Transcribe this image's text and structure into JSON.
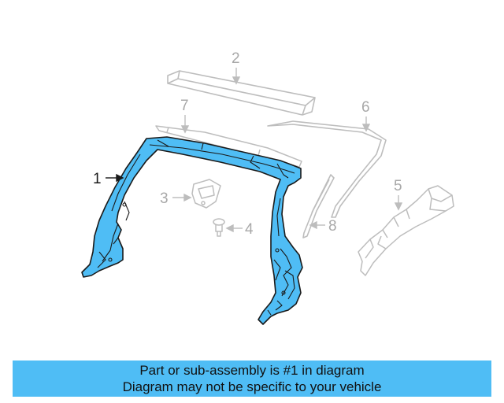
{
  "diagram": {
    "callouts": [
      {
        "id": "1",
        "label": "1",
        "highlighted": true
      },
      {
        "id": "2",
        "label": "2",
        "highlighted": false
      },
      {
        "id": "3",
        "label": "3",
        "highlighted": false
      },
      {
        "id": "4",
        "label": "4",
        "highlighted": false
      },
      {
        "id": "5",
        "label": "5",
        "highlighted": false
      },
      {
        "id": "6",
        "label": "6",
        "highlighted": false
      },
      {
        "id": "7",
        "label": "7",
        "highlighted": false
      },
      {
        "id": "8",
        "label": "8",
        "highlighted": false
      }
    ]
  },
  "colors": {
    "highlight_fill": "#4fbdf5",
    "outline": "#1a1a1a",
    "dim_part": "#bdbdbd",
    "banner_bg": "#4fbdf5"
  },
  "banner": {
    "line1": "Part or sub-assembly is #1 in diagram",
    "line2": "Diagram may not be specific to your vehicle"
  }
}
